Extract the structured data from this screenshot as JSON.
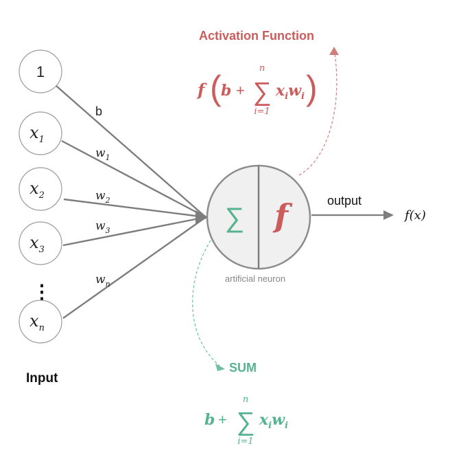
{
  "colors": {
    "activation": "#cc5c5c",
    "sum": "#56b38f",
    "edge": "#7d7d7d",
    "neuron_fill": "#f0f0f0"
  },
  "inputs": {
    "nodes": [
      {
        "label": "1"
      },
      {
        "var": "x",
        "sub": "1"
      },
      {
        "var": "x",
        "sub": "2"
      },
      {
        "var": "x",
        "sub": "3"
      },
      {
        "var": "x",
        "sub": "n"
      }
    ],
    "ellipsis": "⋮",
    "title": "Input"
  },
  "weights": {
    "bias": "b",
    "w1": {
      "var": "w",
      "sub": "1"
    },
    "w2": {
      "var": "w",
      "sub": "2"
    },
    "w3": {
      "var": "w",
      "sub": "3"
    },
    "wn": {
      "var": "w",
      "sub": "n"
    }
  },
  "neuron": {
    "sum_symbol": "∑",
    "f_symbol": "f",
    "caption": "artificial neuron"
  },
  "output": {
    "label": "output",
    "result": "f(x)"
  },
  "activation": {
    "title": "Activation Function",
    "f": "f",
    "b": "b",
    "plus": "+",
    "sigma": "∑",
    "upper": "n",
    "lower": "i=1",
    "term": "x",
    "term_sub": "i",
    "term2": "w",
    "term2_sub": "i"
  },
  "sum": {
    "title": "SUM",
    "b": "b",
    "plus": "+",
    "sigma": "∑",
    "upper": "n",
    "lower": "i=1",
    "term": "x",
    "term_sub": "i",
    "term2": "w",
    "term2_sub": "i"
  }
}
